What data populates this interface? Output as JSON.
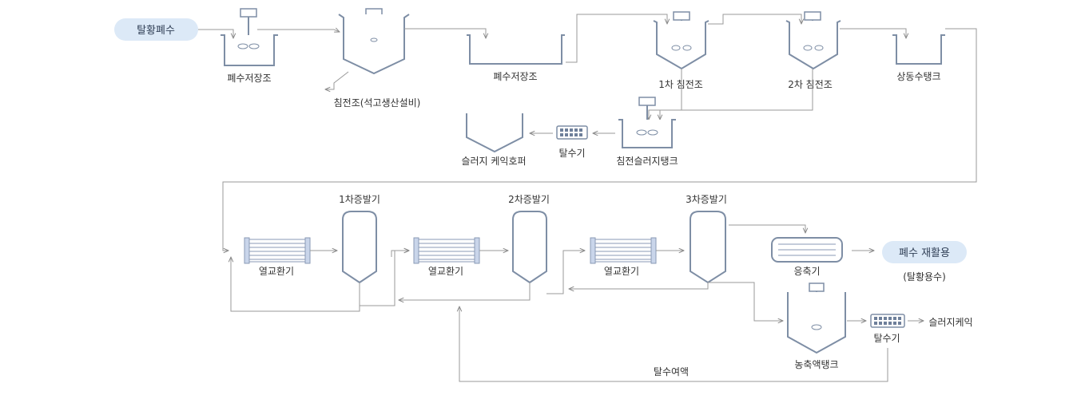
{
  "pills": {
    "input": "탈황폐수",
    "output": "폐수 재활용"
  },
  "labels": {
    "tank1": "폐수저장조",
    "settler_gypsum": "침전조(석고생산설비)",
    "tank2": "폐수저장조",
    "primary_settler": "1차 침전조",
    "secondary_settler": "2차 침전조",
    "supernatant_tank": "상동수탱크",
    "sludge_hopper": "슬러지 케익호퍼",
    "dewater1": "탈수기",
    "sludge_tank": "침전슬러지탱크",
    "hx1": "열교환기",
    "evap1": "1차증발기",
    "hx2": "열교환기",
    "evap2": "2차증발기",
    "hx3": "열교환기",
    "evap3": "3차증발기",
    "condenser": "응축기",
    "reuse_note": "(탈황용수)",
    "concentrate_tank": "농축액탱크",
    "dewater2": "탈수기",
    "sludge_cake": "슬러지케익",
    "filtrate": "탈수여액"
  },
  "colors": {
    "pill_bg": "#dce9f7",
    "liquid": "#8aa5d2",
    "sediment": "#d7a888",
    "line": "#9a9a9a"
  },
  "icons": [
    "agitator-icon",
    "arrow-icon",
    "heat-exchanger-icon",
    "evaporator-icon",
    "dewatering-press-icon"
  ]
}
